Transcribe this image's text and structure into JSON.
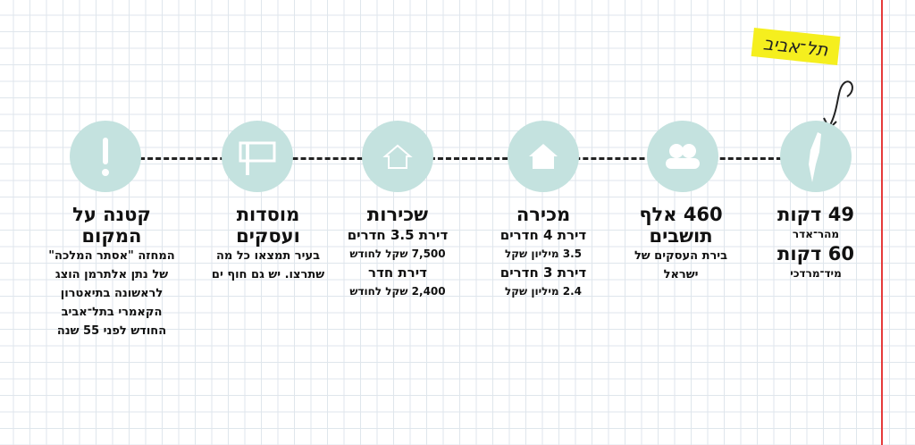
{
  "tag": "תל־אביב",
  "columns": [
    {
      "title": "49 דקות",
      "lines": [
        "מהר־אדר"
      ],
      "title2": "60 דקות",
      "lines2": [
        "מיד־מרדכי"
      ]
    },
    {
      "title": "460 אלף תושבים",
      "lines": [
        "בירת העסקים של ישראל"
      ]
    },
    {
      "title": "מכירה",
      "sub1": "דירת 4 חדרים",
      "val1": "3.5 מיליון שקל",
      "sub2": "דירת 3 חדרים",
      "val2": "2.4 מיליון שקל"
    },
    {
      "title": "שכירות",
      "sub1": "דירת 3.5 חדרים",
      "val1": "7,500 שקל לחודש",
      "sub2": "דירת חדר",
      "val2": "2,400 שקל לחודש"
    },
    {
      "title": "מוסדות ועסקים",
      "lines": [
        "בעיר תמצאו כל מה שתרצו. יש גם חוף ים"
      ]
    },
    {
      "title": "קטנה על המקום",
      "lines": [
        "המחזה \"אסתר המלכה\" של נתן אלתרמן הוצג לראשונה בתיאטרון הקאמרי בתל־אביב החודש לפני 55 שנה"
      ]
    }
  ]
}
